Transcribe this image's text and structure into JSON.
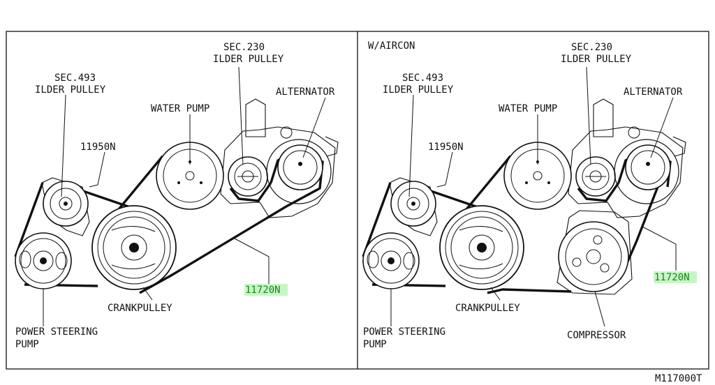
{
  "panels": {
    "left": {
      "sec230": "SEC.230",
      "idler_top": "ILDER PULLEY",
      "sec493": "SEC.493",
      "idler_left": "ILDER PULLEY",
      "water_pump": "WATER PUMP",
      "alternator": "ALTERNATOR",
      "part_11950n": "11950N",
      "part_11720n": "11720N",
      "crankpulley": "CRANKPULLEY",
      "ps_line1": "POWER STEERING",
      "ps_line2": "PUMP"
    },
    "right": {
      "variant": "W/AIRCON",
      "sec230": "SEC.230",
      "idler_top": "ILDER PULLEY",
      "sec493": "SEC.493",
      "idler_left": "ILDER PULLEY",
      "water_pump": "WATER PUMP",
      "alternator": "ALTERNATOR",
      "part_11950n": "11950N",
      "part_11720n": "11720N",
      "crankpulley": "CRANKPULLEY",
      "ps_line1": "POWER STEERING",
      "ps_line2": "PUMP",
      "compressor": "COMPRESSOR"
    }
  },
  "figure_code": "M117000T",
  "colors": {
    "line": "#111111",
    "highlight_bg": "#c8f5c8",
    "highlight_text": "#118a11"
  }
}
